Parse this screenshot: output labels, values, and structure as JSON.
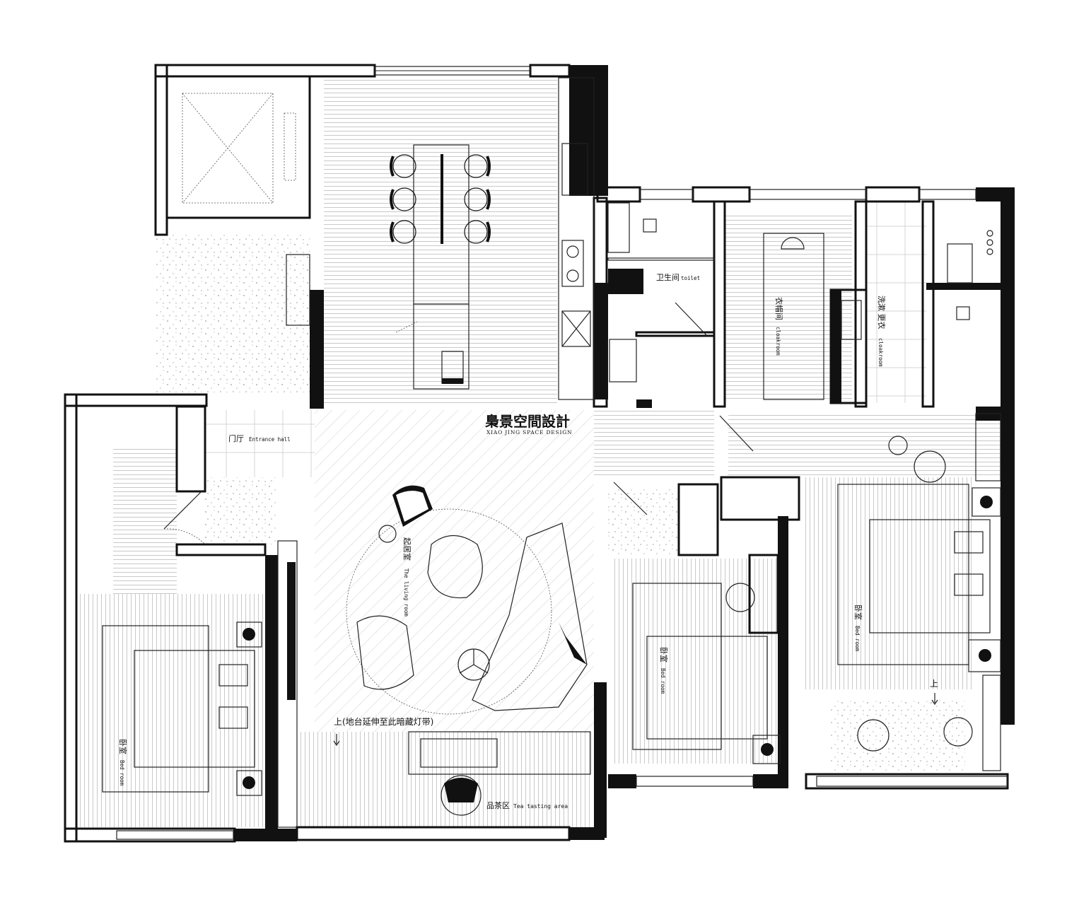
{
  "brand": {
    "name": "梟景空間設計",
    "subtitle": "XIAO JING SPACE DESIGN"
  },
  "rooms": {
    "entrance": {
      "zh": "门厅",
      "en": "Entrance hall"
    },
    "toilet": {
      "zh": "卫生间",
      "en": "toilet"
    },
    "cloakroom1": {
      "zh": "衣帽间",
      "en": "cloakroom"
    },
    "cloakroom2": {
      "zh": "洗漱 更衣",
      "en": "cloakroom"
    },
    "living": {
      "zh": "起居室",
      "en": "The living room"
    },
    "bedroom_left": {
      "zh": "卧室",
      "en": "Bed room"
    },
    "bedroom_mid": {
      "zh": "卧室",
      "en": "Bed room"
    },
    "bedroom_right": {
      "zh": "卧室",
      "en": "Bed room"
    },
    "tea": {
      "zh": "品茶区",
      "en": "Tea tasting area"
    }
  },
  "notes": {
    "step_living": "上(地台延伸至此暗藏灯带)",
    "step_right": "上"
  },
  "colors": {
    "ink": "#111111",
    "paper": "#ffffff",
    "shade": "#f2f2f2"
  }
}
